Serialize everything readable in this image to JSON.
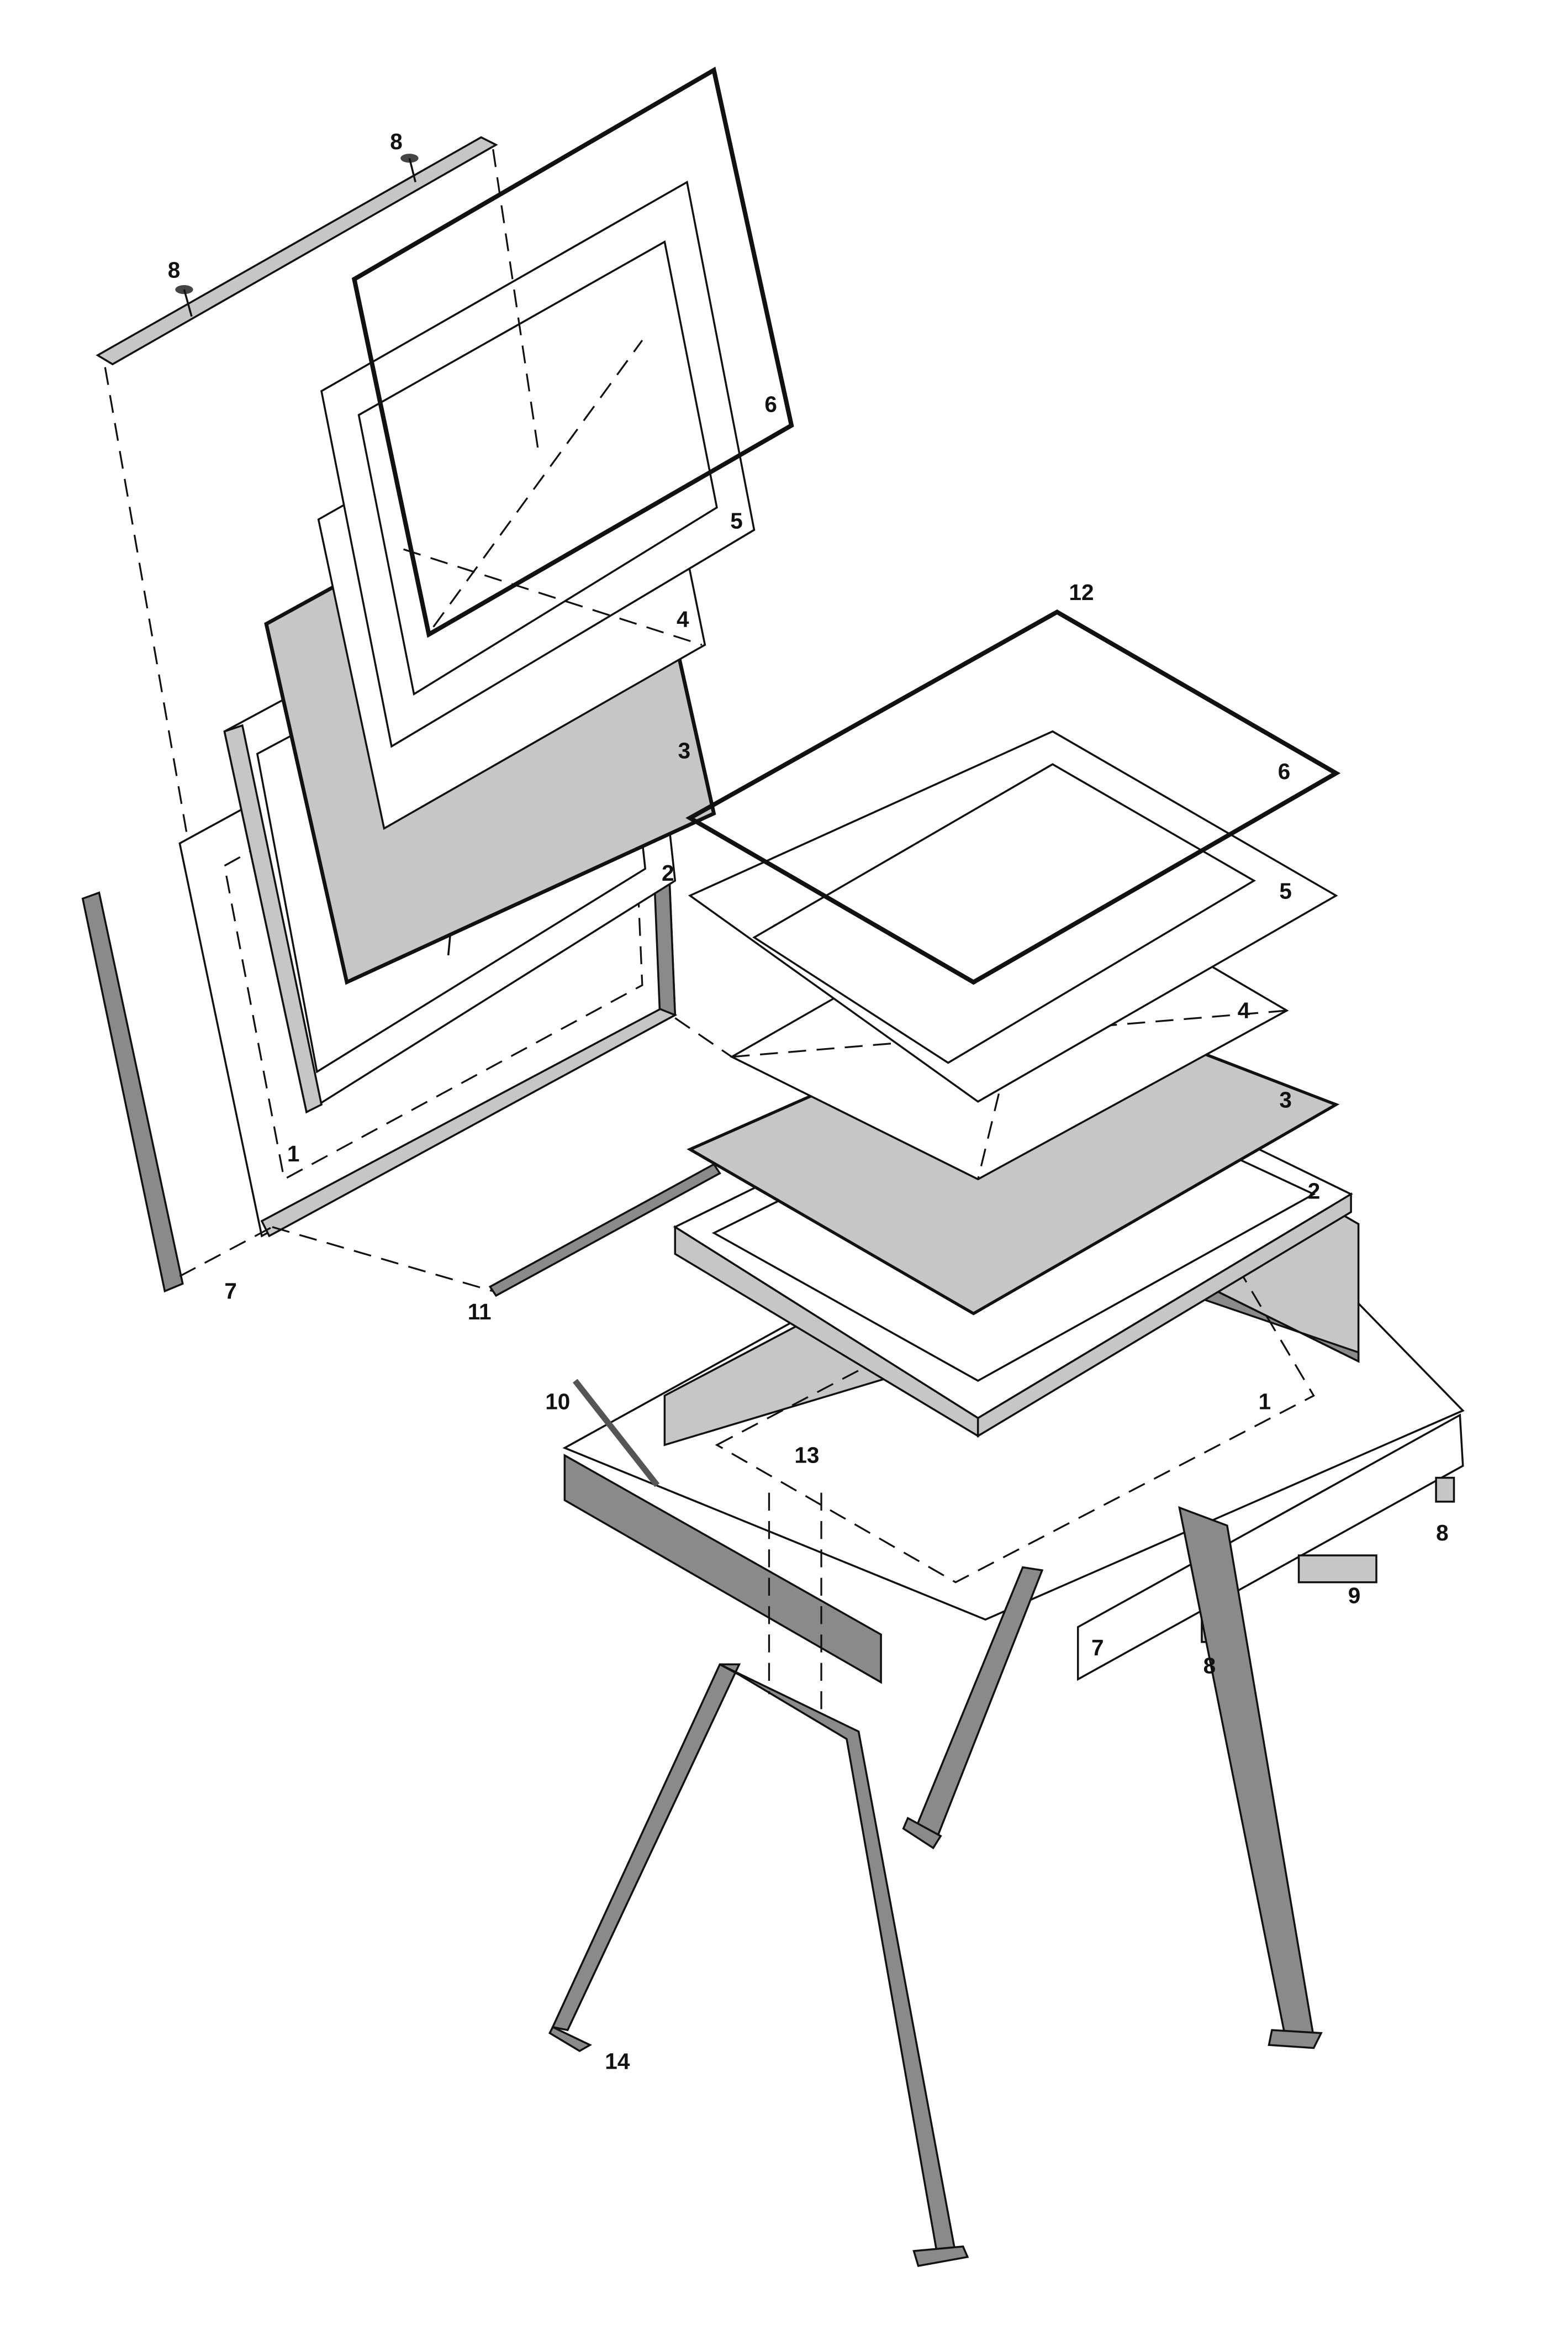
{
  "diagram": {
    "title": "Exploded view of a display table with upright panel",
    "labels": {
      "upright_pin_left": "8",
      "upright_pin_right": "8",
      "upright_glass": "6",
      "upright_mat": "5",
      "upright_sheet": "4",
      "upright_backing": "3",
      "upright_frame": "2",
      "upright_box": "1",
      "upright_side_bar": "7",
      "glass_corner": "12",
      "table_glass": "6",
      "table_mat": "5",
      "table_sheet": "4",
      "table_backing": "3",
      "table_frame": "2",
      "hinge": "11",
      "table_box": "1",
      "stay_rod": "10",
      "leg_mount": "13",
      "latch_right": "8",
      "latch_center": "9",
      "front_bar": "7",
      "latch_front": "8",
      "legs": "14"
    }
  }
}
